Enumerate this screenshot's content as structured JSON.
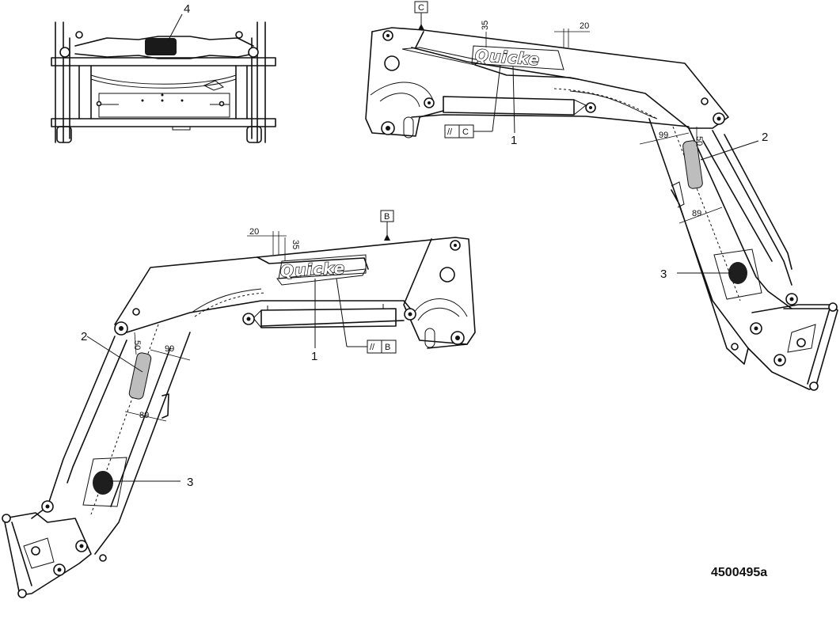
{
  "drawing": {
    "number": "4500495a"
  },
  "callouts": {
    "c1": "1",
    "c2": "2",
    "c3": "3",
    "c4": "4"
  },
  "dimensions": {
    "d20": "20",
    "d35": "35",
    "d50": "50",
    "d89": "89",
    "d99": "99"
  },
  "datums": {
    "b": "B",
    "c": "C",
    "parallel_symbol": "//"
  },
  "decal": {
    "brand": "Quicke"
  }
}
